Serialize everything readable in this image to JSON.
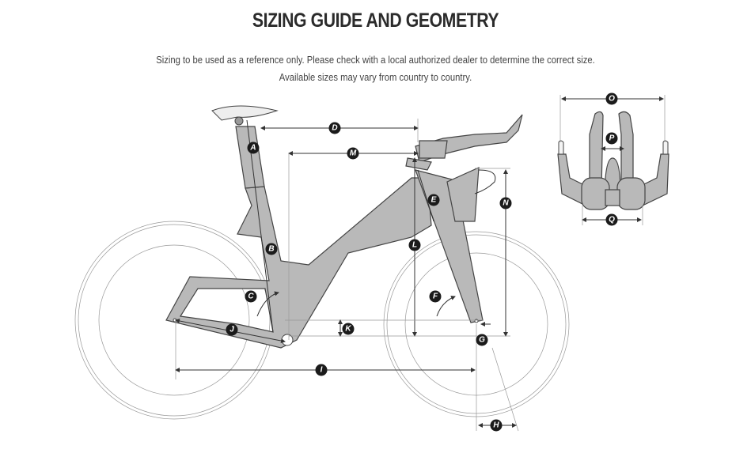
{
  "header": {
    "title": "SIZING GUIDE AND GEOMETRY",
    "subtitle_line1": "Sizing to be used as a reference only. Please check with a local authorized dealer to determine the correct size.",
    "subtitle_line2": "Available sizes may vary from country to country."
  },
  "diagram": {
    "labels": [
      "A",
      "B",
      "C",
      "D",
      "E",
      "F",
      "G",
      "H",
      "I",
      "J",
      "K",
      "L",
      "M",
      "N",
      "O",
      "P",
      "Q"
    ]
  }
}
